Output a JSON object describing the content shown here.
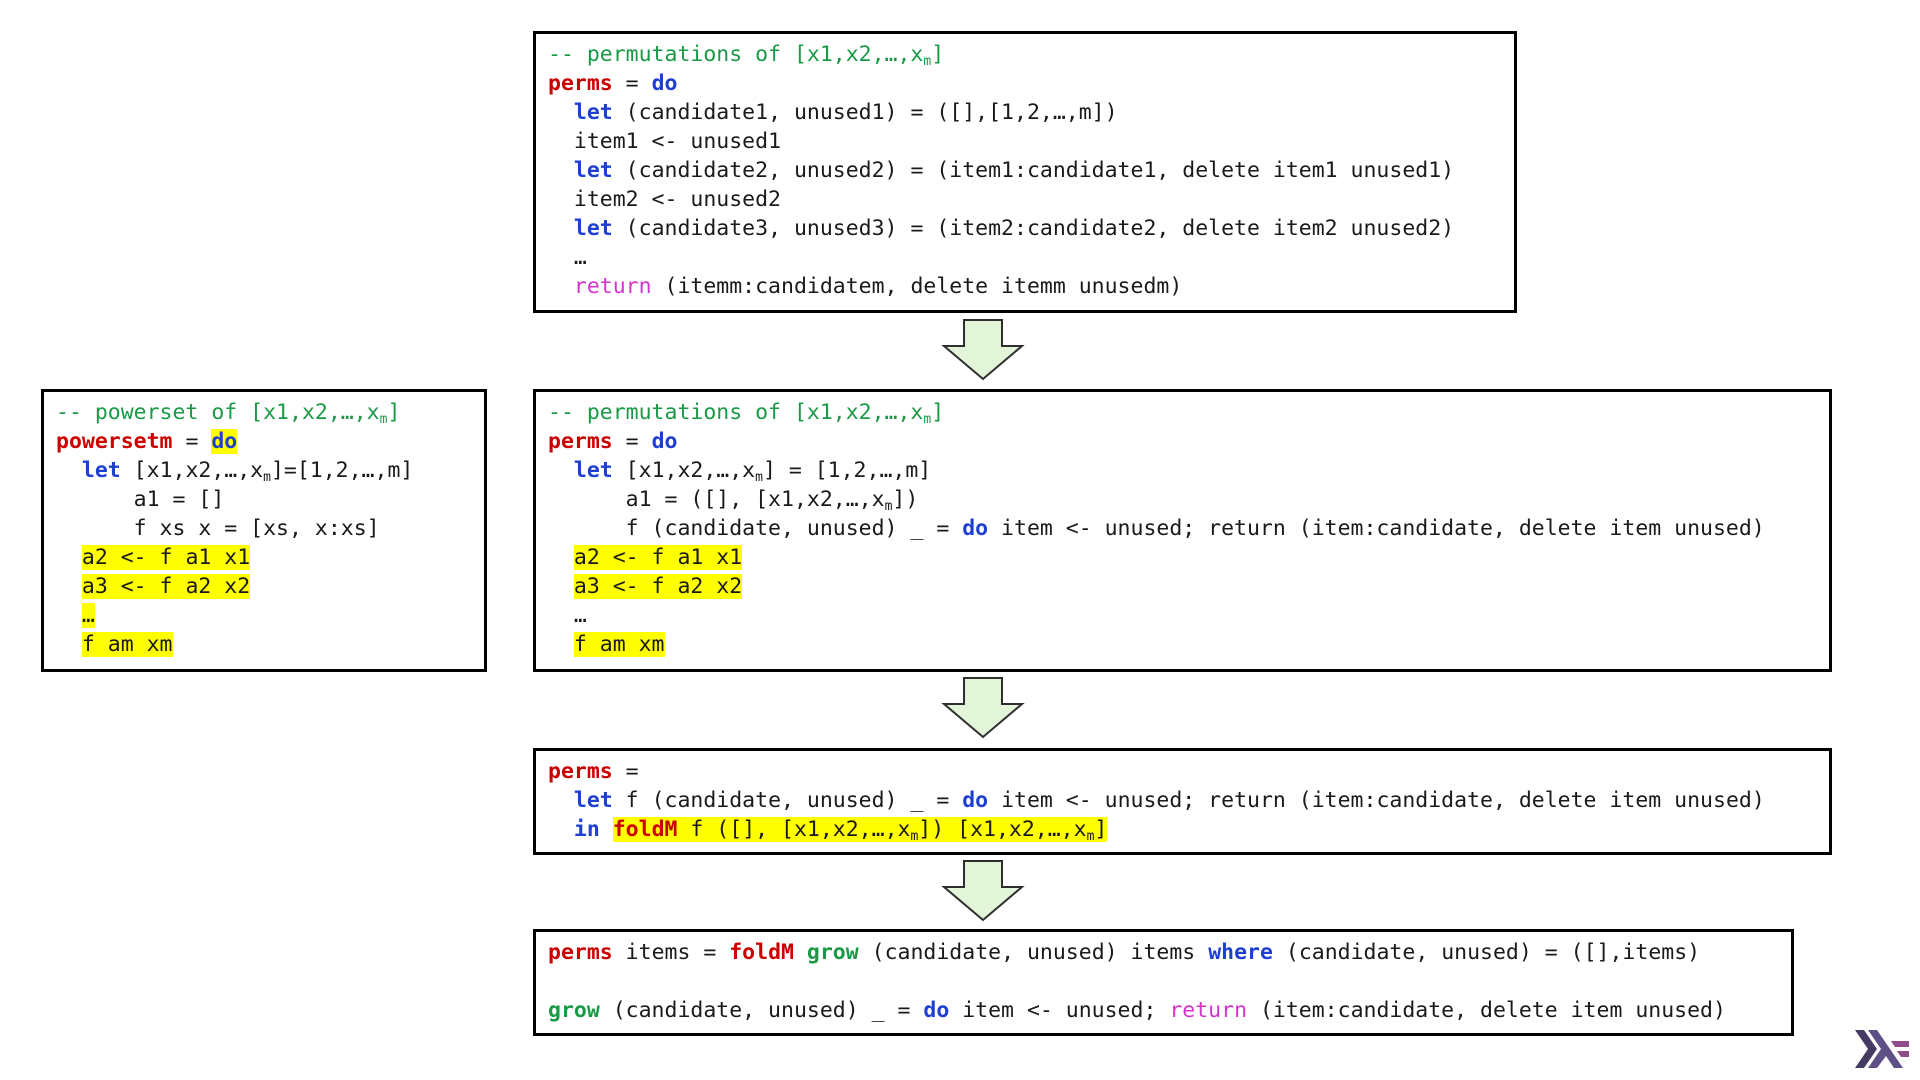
{
  "top_box": {
    "comment": "-- permutations of [x1,x2,…,x",
    "sub_m": "m",
    "bracket_close": "]",
    "perms": "perms",
    "eq": " = ",
    "do": "do",
    "let": "let",
    "l3": " (candidate1, unused1) = ([],[1,2,…,m])",
    "l4": "item1 <- unused1",
    "l5": " (candidate2, unused2) = (item1:candidate1, delete item1 unused1)",
    "l6": "item2 <- unused2",
    "l7": " (candidate3, unused3) = (item2:candidate2, delete item2 unused2)",
    "ellipsis": "…",
    "return": "return",
    "l9": " (itemm:candidatem, delete itemm unusedm)"
  },
  "left_box": {
    "comment": "-- powerset of [x1,x2,…,x",
    "sub_m": "m",
    "bracket_close": "]",
    "name": "powersetm",
    "eq": " = ",
    "do": "do",
    "let": "let",
    "l3a": " [x1,x2,…,x",
    "l3b": "]=[1,2,…,m]",
    "l4": "a1 = []",
    "l5": "f xs x = [xs, x:xs]",
    "l6": "a2 <- f a1 x1",
    "l7": "a3 <- f a2 x2",
    "ellipsis": "…",
    "l9": "f am xm"
  },
  "mid_box": {
    "comment": "-- permutations of [x1,x2,…,x",
    "sub_m": "m",
    "bracket_close": "]",
    "perms": "perms",
    "eq": " = ",
    "do": "do",
    "let": "let",
    "l3a": " [x1,x2,…,x",
    "l3b": "] = [1,2,…,m]",
    "l4a": "a1 = ([], [x1,x2,…,x",
    "l4b": "])",
    "l5a": "f (candidate, unused) _ = ",
    "l5b": " item <- unused; return (item:candidate, delete item unused)",
    "l6": "a2 <- f a1 x1",
    "l7": "a3 <- f a2 x2",
    "ellipsis": "…",
    "l9": "f am xm"
  },
  "fold_box": {
    "perms": "perms",
    "eq": " =",
    "let": "let",
    "l2a": " f (candidate, unused) _ = ",
    "do": "do",
    "l2b": " item <- unused; return (item:candidate, delete item unused)",
    "in": "in",
    "foldM": "foldM",
    "l3a": " f ([], [x1,x2,…,x",
    "l3b": "]) [x1,x2,…,x",
    "l3c": "]"
  },
  "final_box": {
    "perms": "perms",
    "l1a": " items = ",
    "foldM": "foldM",
    "grow": "grow",
    "l1b": " (candidate, unused) items ",
    "where": "where",
    "l1c": " (candidate, unused) = ([],items)",
    "l2a": " (candidate, unused) _ = ",
    "do": "do",
    "l2b": " item <- unused; ",
    "return": "return",
    "l2c": " (item:candidate, delete item unused)"
  },
  "colors": {
    "comment": "#1a9a46",
    "function_name": "#cc0000",
    "keyword": "#1f3fd0",
    "return_keyword": "#d433cc",
    "highlight": "#ffff00",
    "arrow_fill": "#e2f5d8",
    "logo": "#453a62"
  },
  "icons": [
    "down-arrow-icon",
    "haskell-logo-icon"
  ]
}
